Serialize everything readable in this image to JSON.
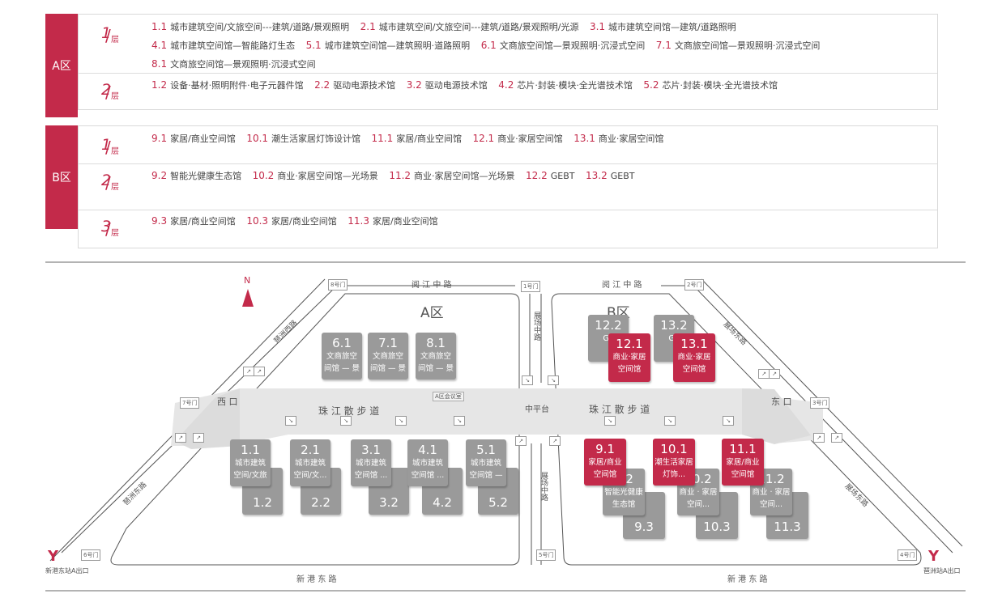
{
  "zone_a": {
    "label": "A区",
    "floors": [
      {
        "num": "1",
        "unit": "层",
        "halls": [
          {
            "id": "1.1",
            "name": "城市建筑空间/文旅空间---建筑/道路/景观照明"
          },
          {
            "id": "2.1",
            "name": "城市建筑空间/文旅空间---建筑/道路/景观照明/光源"
          },
          {
            "id": "3.1",
            "name": "城市建筑空间馆—建筑/道路照明"
          },
          {
            "id": "4.1",
            "name": "城市建筑空间馆—智能路灯生态"
          },
          {
            "id": "5.1",
            "name": "城市建筑空间馆—建筑照明·道路照明"
          },
          {
            "id": "6.1",
            "name": "文商旅空间馆—景观照明·沉浸式空间"
          },
          {
            "id": "7.1",
            "name": "文商旅空间馆—景观照明·沉浸式空间"
          },
          {
            "id": "8.1",
            "name": "文商旅空间馆—景观照明·沉浸式空间"
          }
        ]
      },
      {
        "num": "2",
        "unit": "层",
        "halls": [
          {
            "id": "1.2",
            "name": "设备·基材·照明附件·电子元器件馆"
          },
          {
            "id": "2.2",
            "name": "驱动电源技术馆"
          },
          {
            "id": "3.2",
            "name": "驱动电源技术馆"
          },
          {
            "id": "4.2",
            "name": "芯片·封装·模块·全光谱技术馆"
          },
          {
            "id": "5.2",
            "name": "芯片·封装·模块·全光谱技术馆"
          }
        ]
      }
    ]
  },
  "zone_b": {
    "label": "B区",
    "floors": [
      {
        "num": "1",
        "unit": "层",
        "halls": [
          {
            "id": "9.1",
            "name": "家居/商业空间馆"
          },
          {
            "id": "10.1",
            "name": "潮生活家居灯饰设计馆"
          },
          {
            "id": "11.1",
            "name": "家居/商业空间馆"
          },
          {
            "id": "12.1",
            "name": "商业·家居空间馆"
          },
          {
            "id": "13.1",
            "name": "商业·家居空间馆"
          }
        ]
      },
      {
        "num": "2",
        "unit": "层",
        "halls": [
          {
            "id": "9.2",
            "name": "智能光健康生态馆"
          },
          {
            "id": "10.2",
            "name": "商业·家居空间馆—光场景"
          },
          {
            "id": "11.2",
            "name": "商业·家居空间馆—光场景"
          },
          {
            "id": "12.2",
            "name": "GEBT"
          },
          {
            "id": "13.2",
            "name": "GEBT"
          }
        ]
      },
      {
        "num": "3",
        "unit": "层",
        "halls": [
          {
            "id": "9.3",
            "name": "家居/商业空间馆"
          },
          {
            "id": "10.3",
            "name": "家居/商业空间馆"
          },
          {
            "id": "11.3",
            "name": "家居/商业空间馆"
          }
        ]
      }
    ]
  },
  "map": {
    "north": "N",
    "zone_a_label": "A区",
    "zone_b_label": "B区",
    "road_top": "阅 江 中 路",
    "road_bottom": "新 港 东 路",
    "road_left_top": "琶洲西路",
    "road_left_bottom": "琶洲东路",
    "road_right_top": "展场东路",
    "road_right_bottom": "展场东路",
    "road_middle_top": "展场中路",
    "road_middle_bottom": "展场中路",
    "walkway": "珠 江 散 步 道",
    "center_platform": "中平台",
    "west_gate": "西 口",
    "east_gate": "东 口",
    "a_meeting": "A区会议室",
    "gates": {
      "g1": "1号门",
      "g2": "2号门",
      "g3": "3号门",
      "g4": "4号门",
      "g5": "5号门",
      "g6": "6号门",
      "g7": "7号门",
      "g8": "8号门"
    },
    "metro_left": "新港东站A出口",
    "metro_right": "琶洲站A出口",
    "halls_a_top": [
      {
        "id": "6.1",
        "desc": "文商旅空间馆 — 景"
      },
      {
        "id": "7.1",
        "desc": "文商旅空间馆 — 景"
      },
      {
        "id": "8.1",
        "desc": "文商旅空间馆 — 景"
      }
    ],
    "halls_a_bottom": [
      {
        "id": "1.1",
        "desc": "城市建筑空间/文旅",
        "lower": "1.2"
      },
      {
        "id": "2.1",
        "desc": "城市建筑空间/文...",
        "lower": "2.2"
      },
      {
        "id": "3.1",
        "desc": "城市建筑空间馆 ...",
        "lower": "3.2"
      },
      {
        "id": "4.1",
        "desc": "城市建筑空间馆 ...",
        "lower": "4.2"
      },
      {
        "id": "5.1",
        "desc": "城市建筑空间馆 —",
        "lower": "5.2"
      }
    ],
    "halls_b_top": [
      {
        "id": "12.1",
        "desc": "商业·家居空间馆",
        "back": "12.2",
        "back_desc": "GE"
      },
      {
        "id": "13.1",
        "desc": "商业·家居空间馆",
        "back": "13.2",
        "back_desc": "GE"
      }
    ],
    "halls_b_bottom": [
      {
        "id": "9.1",
        "desc": "家居/商业空间馆",
        "mid": "9.2",
        "mid_desc": "智能光健康生态馆",
        "low": "9.3"
      },
      {
        "id": "10.1",
        "desc": "潮生活家居灯饰...",
        "mid": "10.2",
        "mid_desc": "商业 · 家居空间...",
        "low": "10.3"
      },
      {
        "id": "11.1",
        "desc": "家居/商业空间馆",
        "mid": "11.2",
        "mid_desc": "商业 · 家居空间...",
        "low": "11.3"
      }
    ],
    "colors": {
      "accent": "#c32a4a",
      "gray_hall": "#9a9a9a",
      "walkway": "#e6e6e6"
    }
  }
}
